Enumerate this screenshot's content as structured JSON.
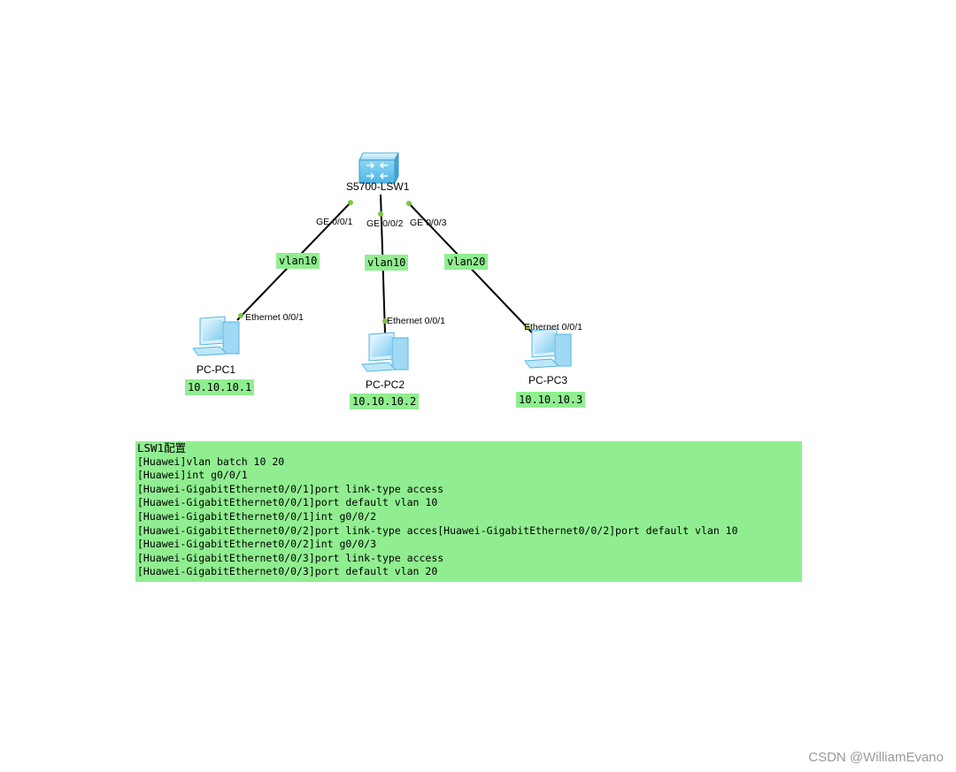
{
  "switch": {
    "name": "S5700-LSW1",
    "icon": "switch-icon"
  },
  "links": [
    {
      "switch_port": "GE 0/0/1",
      "pc_port": "Ethernet 0/0/1",
      "vlan": "vlan10",
      "pc": "PC-PC1",
      "ip": "10.10.10.1"
    },
    {
      "switch_port": "GE 0/0/2",
      "pc_port": "Ethernet 0/0/1",
      "vlan": "vlan10",
      "pc": "PC-PC2",
      "ip": "10.10.10.2"
    },
    {
      "switch_port": "GE 0/0/3",
      "pc_port": "Ethernet 0/0/1",
      "vlan": "vlan20",
      "pc": "PC-PC3",
      "ip": "10.10.10.3"
    }
  ],
  "config": {
    "title": "LSW1配置",
    "lines": [
      "[Huawei]vlan batch 10 20",
      "[Huawei]int g0/0/1",
      "[Huawei-GigabitEthernet0/0/1]port link-type access",
      "[Huawei-GigabitEthernet0/0/1]port default vlan 10",
      "[Huawei-GigabitEthernet0/0/1]int g0/0/2",
      "[Huawei-GigabitEthernet0/0/2]port link-type acces[Huawei-GigabitEthernet0/0/2]port default vlan 10",
      "[Huawei-GigabitEthernet0/0/2]int g0/0/3",
      "[Huawei-GigabitEthernet0/0/3]port link-type access",
      "[Huawei-GigabitEthernet0/0/3]port default vlan 20"
    ]
  },
  "colors": {
    "highlight": "#90ee90",
    "port_dot": "#7cc444",
    "link": "#000000",
    "device_blue": "#7fd3f5"
  },
  "watermark": "CSDN @WilliamEvano"
}
